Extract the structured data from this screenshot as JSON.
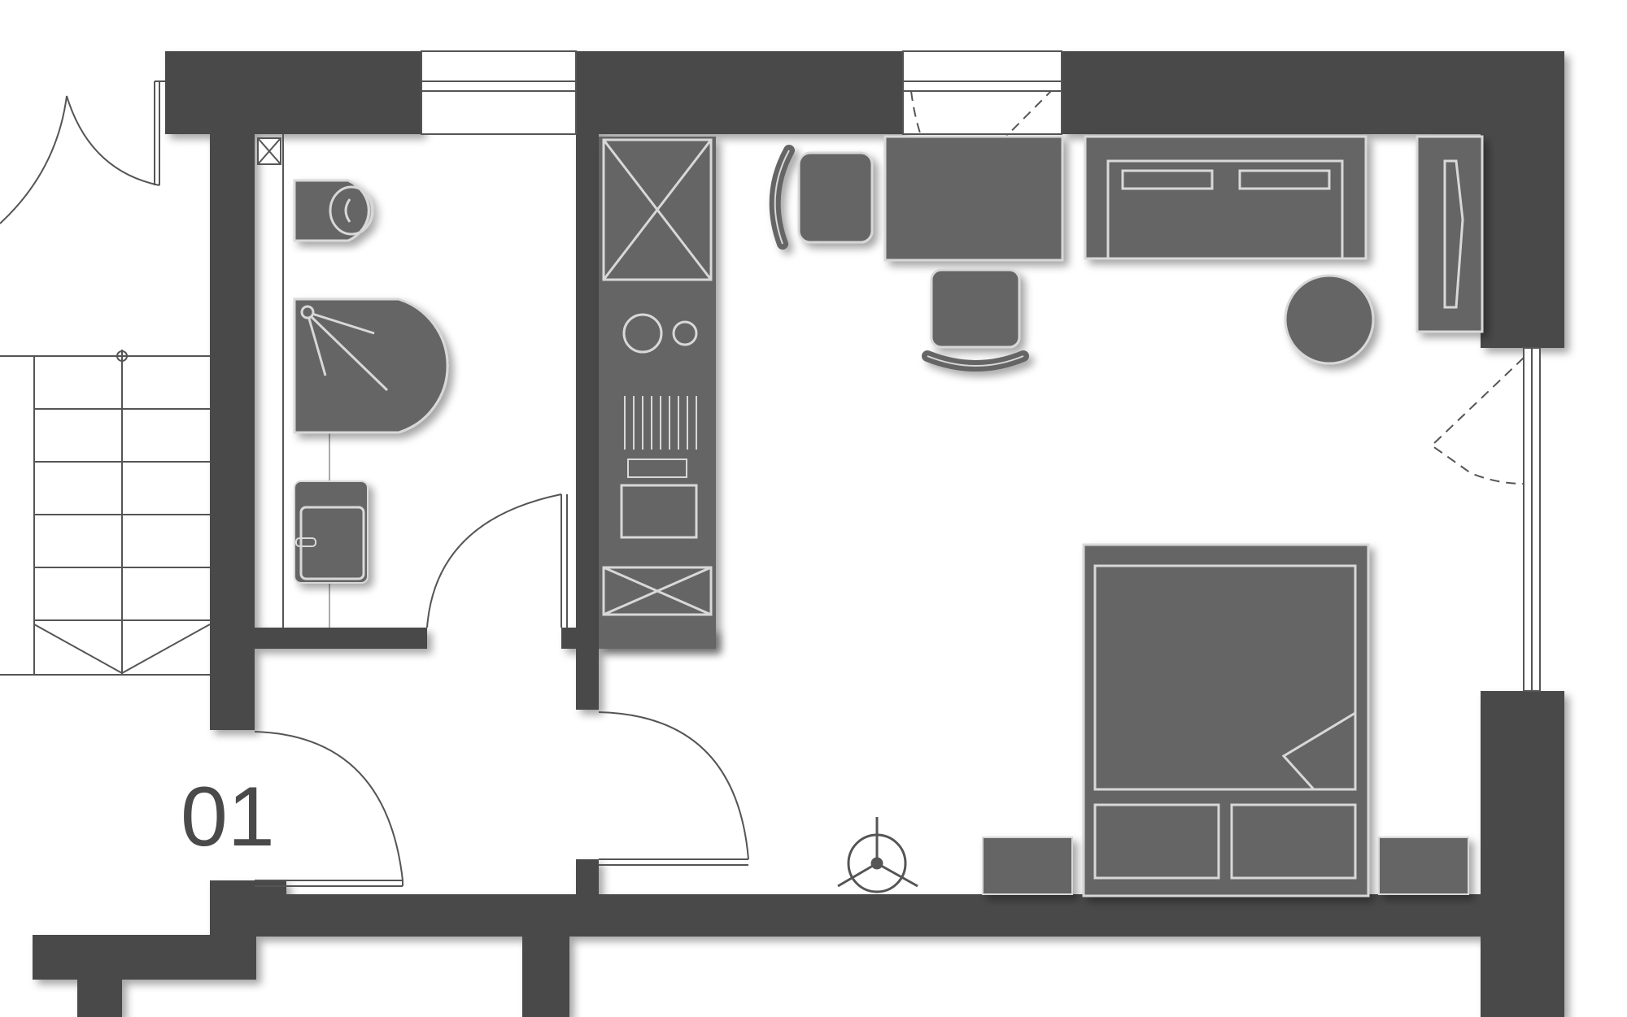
{
  "floor_plan": {
    "unit_label": "01",
    "colors": {
      "wall": "#4a4a4a",
      "furniture": "#656565",
      "outline": "#d8d8d8",
      "line": "#555555",
      "background": "#ffffff"
    },
    "rooms": [
      "bathroom",
      "kitchen-strip",
      "living-bedroom",
      "entrance-hall",
      "staircase"
    ],
    "fixtures": [
      "toilet",
      "shower",
      "washbasin",
      "refrigerator",
      "hob",
      "oven",
      "dishwasher",
      "desk",
      "desk-chair",
      "armchair",
      "sideboard",
      "side-table",
      "wardrobe",
      "double-bed",
      "nightstand",
      "ceiling-fan"
    ]
  }
}
